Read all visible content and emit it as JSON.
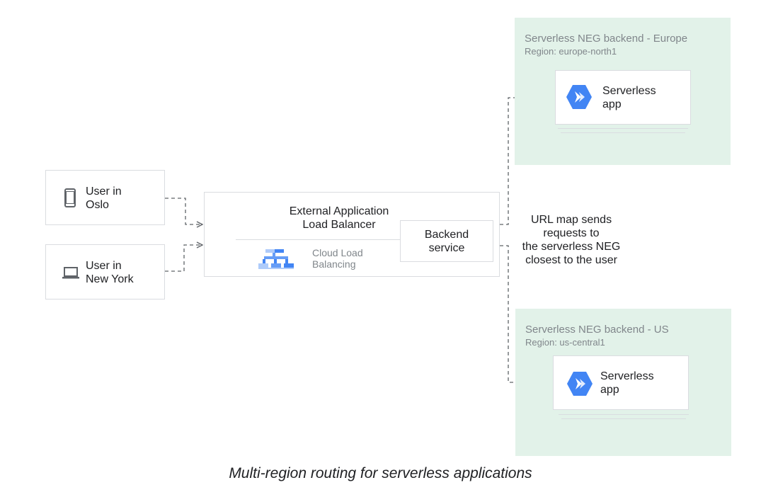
{
  "users": [
    {
      "label": "User in\nOslo",
      "icon": "smartphone-icon"
    },
    {
      "label": "User in\nNew York",
      "icon": "laptop-icon"
    }
  ],
  "load_balancer": {
    "title": "External Application\nLoad Balancer",
    "product": "Cloud Load\nBalancing",
    "backend": "Backend\nservice"
  },
  "url_map_note": "URL map sends\nrequests to\nthe serverless NEG\nclosest to the user",
  "regions": [
    {
      "title": "Serverless NEG backend - Europe",
      "region": "Region: europe-north1",
      "app": "Serverless\napp"
    },
    {
      "title": "Serverless NEG backend - US",
      "region": "Region: us-central1",
      "app": "Serverless\napp"
    }
  ],
  "caption": "Multi-region routing for serverless applications",
  "colors": {
    "region_bg": "#e2f2e9",
    "accent_blue": "#4285f4",
    "arrow_gray": "#5f6368"
  }
}
